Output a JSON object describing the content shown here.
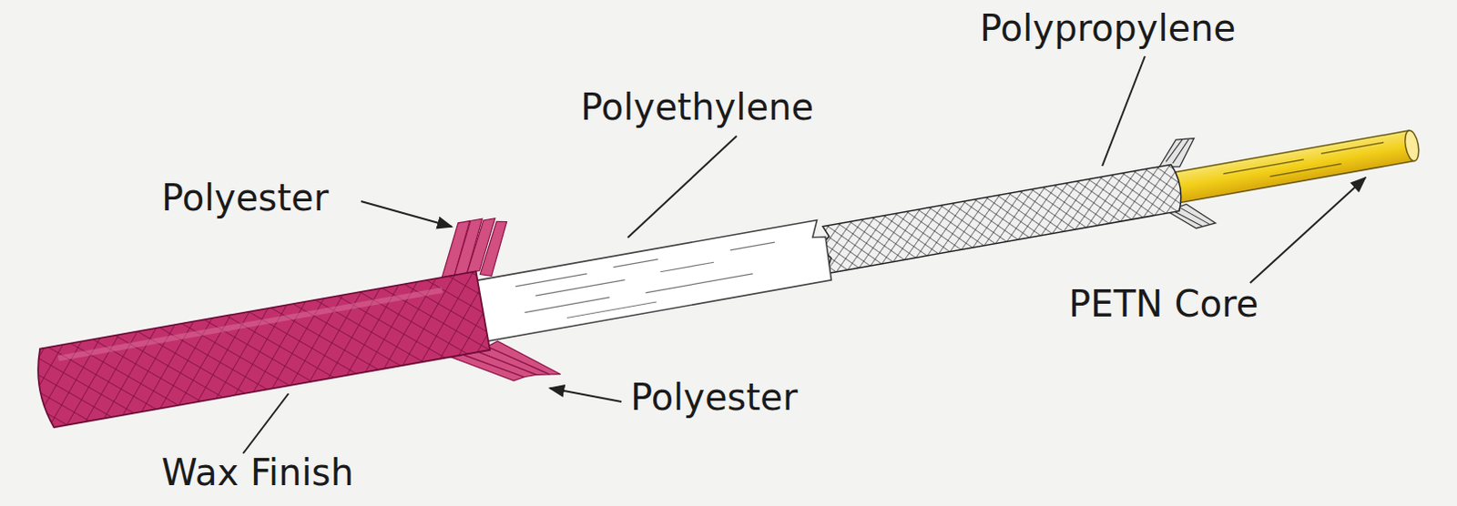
{
  "diagram": {
    "labels": [
      "Polypropylene",
      "Polyethylene",
      "Polyester",
      "PETN Core",
      "Polyester",
      "Wax Finish"
    ]
  }
}
